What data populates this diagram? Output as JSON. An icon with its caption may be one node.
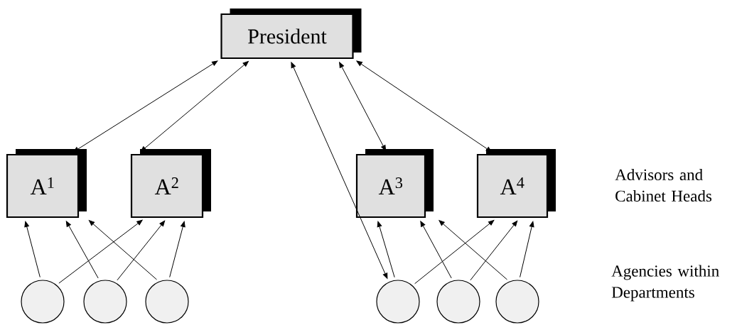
{
  "diagram": {
    "nodes": [
      {
        "text": [
          "President"
        ]
      },
      {
        "text": [
          "A$^{1}$"
        ]
      },
      {
        "text": [
          "A$^{2}$"
        ]
      },
      {
        "text": [
          "A$^{3}$"
        ]
      },
      {
        "text": [
          "A$^{4}$"
        ]
      },
      {
        "text": [],
        "shape": "circle"
      },
      {
        "text": [],
        "shape": "circle"
      },
      {
        "text": [],
        "shape": "circle"
      },
      {
        "text": [],
        "shape": "circle"
      },
      {
        "text": [],
        "shape": "circle"
      },
      {
        "text": [],
        "shape": "circle"
      }
    ],
    "edges": [
      {
        "from": 0,
        "to": 1,
        "arrow": "both"
      },
      {
        "from": 0,
        "to": 2,
        "arrow": "both"
      },
      {
        "from": 0,
        "to": 8,
        "arrow": "both"
      },
      {
        "from": 0,
        "to": 3,
        "arrow": "both"
      },
      {
        "from": 0,
        "to": 4,
        "arrow": "both"
      },
      {
        "from": 5,
        "to": 1,
        "arrow": "to"
      },
      {
        "from": 5,
        "to": 2,
        "arrow": "to"
      },
      {
        "from": 6,
        "to": 1,
        "arrow": "to"
      },
      {
        "from": 6,
        "to": 2,
        "arrow": "to"
      },
      {
        "from": 7,
        "to": 1,
        "arrow": "to"
      },
      {
        "from": 7,
        "to": 2,
        "arrow": "to"
      },
      {
        "from": 8,
        "to": 3,
        "arrow": "to"
      },
      {
        "from": 8,
        "to": 4,
        "arrow": "to"
      },
      {
        "from": 9,
        "to": 3,
        "arrow": "to"
      },
      {
        "from": 9,
        "to": 4,
        "arrow": "to"
      },
      {
        "from": 10,
        "to": 3,
        "arrow": "to"
      },
      {
        "from": 10,
        "to": 4,
        "arrow": "to"
      }
    ],
    "labels": [
      "Advisors and Cabinet Heads",
      "Agencies within Departments"
    ]
  }
}
